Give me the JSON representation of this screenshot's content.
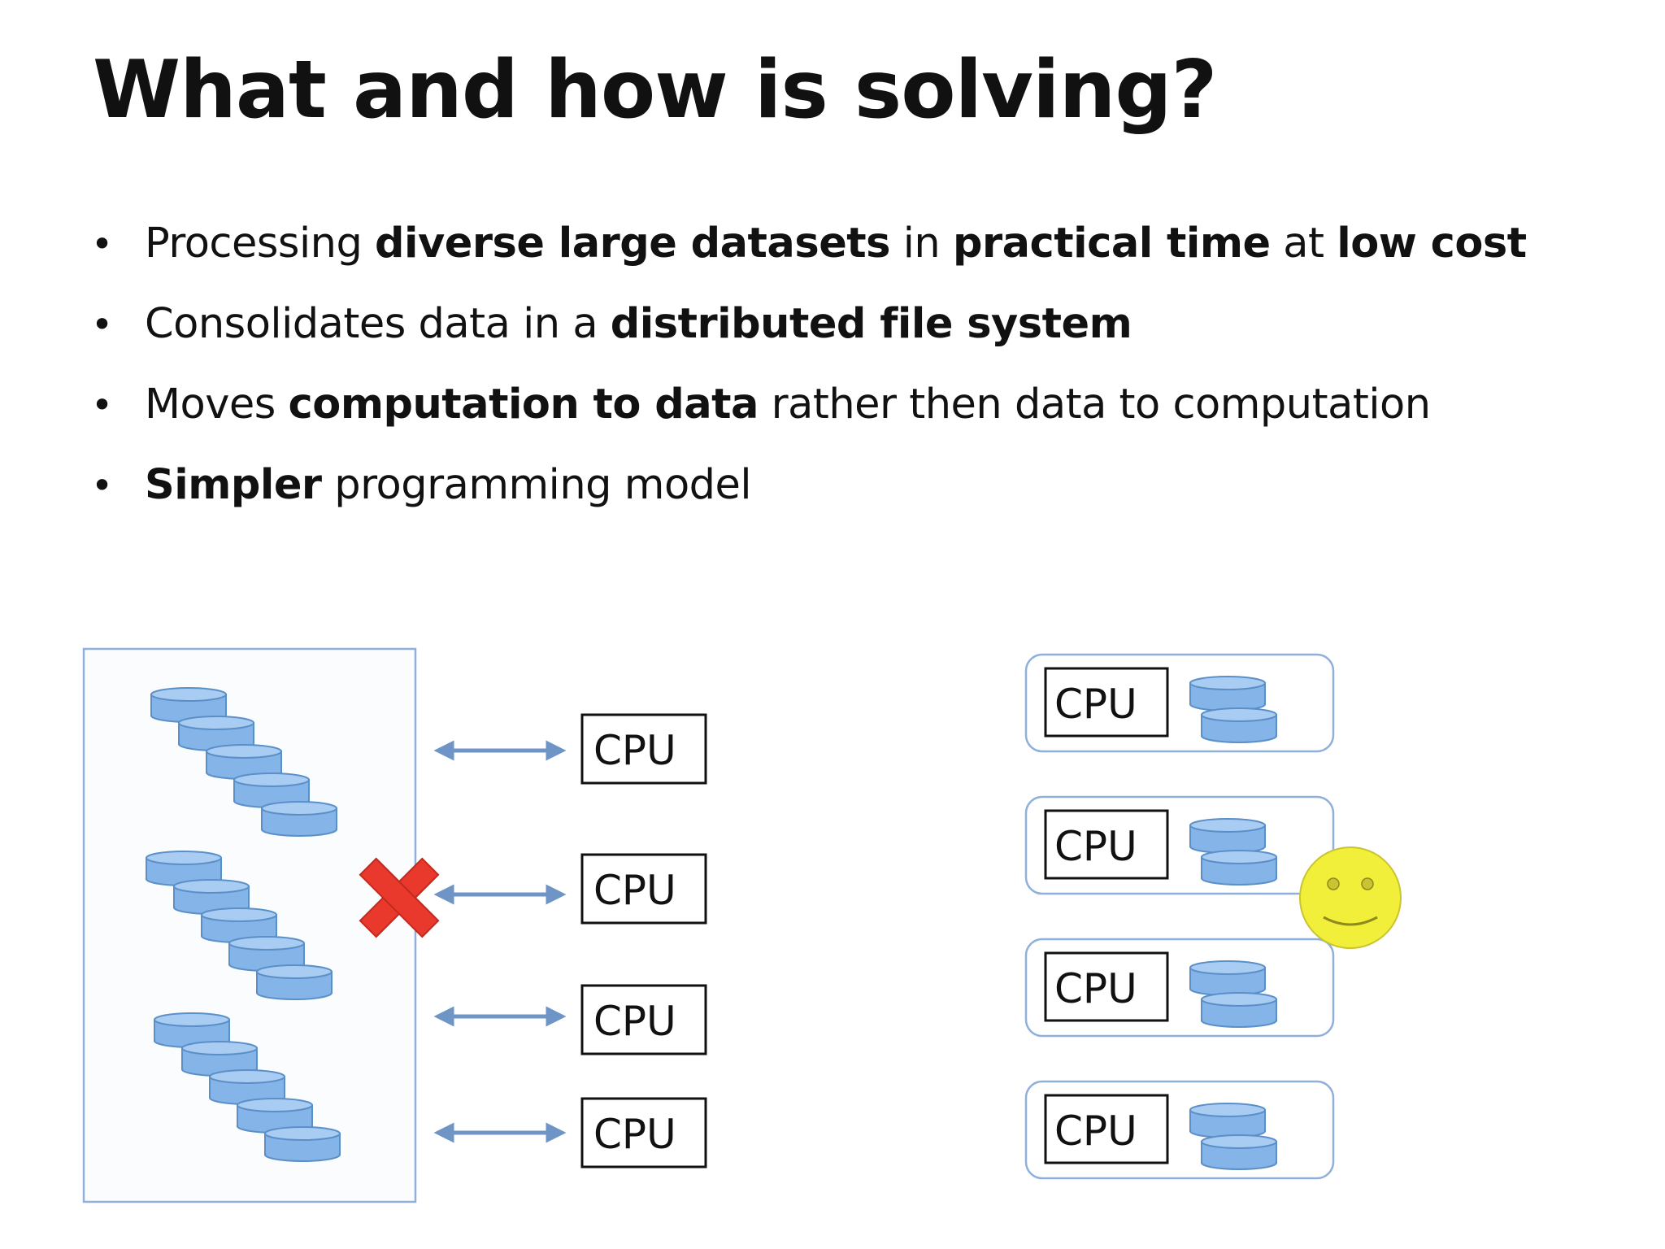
{
  "slide": {
    "title": "What and how is solving?"
  },
  "bullets": [
    {
      "marker": "•",
      "parts": [
        {
          "text": "Processing ",
          "bold": false
        },
        {
          "text": "diverse large datasets",
          "bold": true
        },
        {
          "text": " in ",
          "bold": false
        },
        {
          "text": "practical time",
          "bold": true
        },
        {
          "text": " at ",
          "bold": false
        },
        {
          "text": "low cost",
          "bold": true
        }
      ]
    },
    {
      "marker": "•",
      "parts": [
        {
          "text": "Consolidates data in a ",
          "bold": false
        },
        {
          "text": "distributed file system",
          "bold": true
        }
      ]
    },
    {
      "marker": "•",
      "parts": [
        {
          "text": "Moves ",
          "bold": false
        },
        {
          "text": "computation to data",
          "bold": true
        },
        {
          "text": " rather then data to computation",
          "bold": false
        }
      ]
    },
    {
      "marker": "•",
      "parts": [
        {
          "text": "Simpler",
          "bold": true
        },
        {
          "text": " programming model",
          "bold": false
        }
      ]
    }
  ],
  "diagram_left": {
    "cpu_labels": [
      "CPU",
      "CPU",
      "CPU",
      "CPU"
    ],
    "blocked_marker": "red-x-icon",
    "arrow": "double-headed-arrow-icon"
  },
  "diagram_right": {
    "node_cpu_labels": [
      "CPU",
      "CPU",
      "CPU",
      "CPU"
    ],
    "smiley": "smiley-face-icon"
  },
  "colors": {
    "disk_fill": "#84b4e8",
    "disk_top": "#a9ccf2",
    "disk_stroke": "#5a8fc8",
    "arrow": "#6e95c5",
    "panel_stroke": "#8eb0db",
    "red_x": "#e8392c",
    "smiley": "#f2ef3a"
  }
}
